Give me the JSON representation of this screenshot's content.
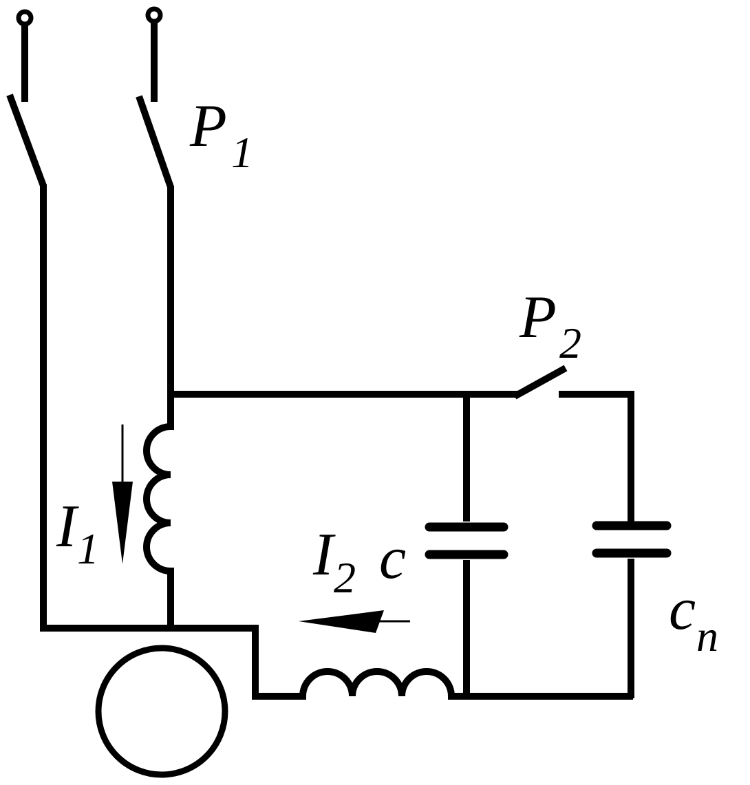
{
  "diagram": {
    "labels": {
      "p1_main": "P",
      "p1_sub": "1",
      "p2_main": "P",
      "p2_sub": "2",
      "i1_main": "I",
      "i1_sub": "1",
      "i2_main": "I",
      "i2_sub": "2",
      "c_main": "c",
      "cn_main": "c",
      "cn_sub": "n"
    },
    "colors": {
      "stroke": "#000000",
      "background": "#ffffff"
    }
  }
}
